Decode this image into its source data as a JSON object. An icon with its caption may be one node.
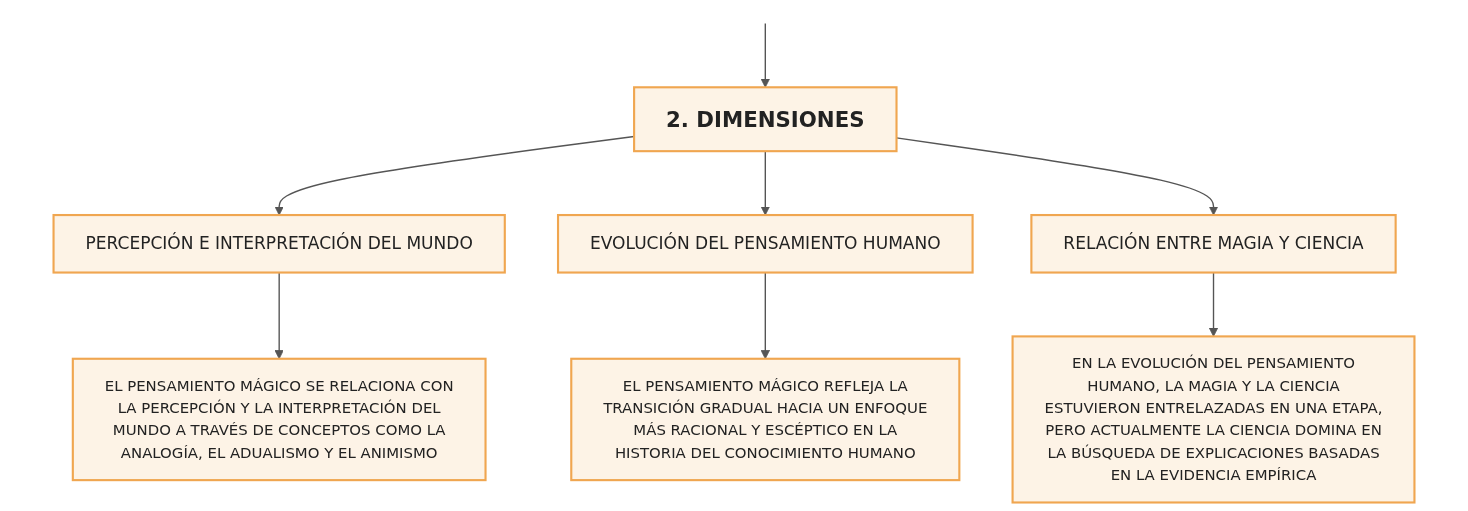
{
  "diagram": {
    "nodes": [
      {
        "text": [
          "2. DIMENSIONES"
        ]
      },
      {
        "text": [
          "PERCEPCIÓN E INTERPRETACIÓN DEL MUNDO"
        ]
      },
      {
        "text": [
          "EVOLUCIÓN DEL PENSAMIENTO HUMANO"
        ]
      },
      {
        "text": [
          "RELACIÓN ENTRE MAGIA Y CIENCIA"
        ]
      },
      {
        "text": [
          "EL PENSAMIENTO MÁGICO SE RELACIONA CON LA PERCEPCIÓN Y LA INTERPRETACIÓN DEL MUNDO A TRAVÉS DE CONCEPTOS COMO LA ANALOGÍA, EL ADUALISMO Y EL ANIMISMO"
        ]
      },
      {
        "text": [
          "EL PENSAMIENTO MÁGICO REFLEJA LA TRANSICIÓN GRADUAL HACIA UN ENFOQUE MÁS RACIONAL Y ESCÉPTICO EN LA HISTORIA DEL CONOCIMIENTO HUMANO"
        ]
      },
      {
        "text": [
          "EN LA EVOLUCIÓN DEL PENSAMIENTO HUMANO, LA MAGIA Y LA CIENCIA ESTUVIERON ENTRELAZADAS EN UNA ETAPA, PERO ACTUALMENTE LA CIENCIA DOMINA EN LA BÚSQUEDA DE EXPLICACIONES BASADAS EN LA EVIDENCIA EMPÍRICA"
        ]
      }
    ],
    "edges": [
      {
        "from": null,
        "to": 0,
        "arrow": "to"
      },
      {
        "from": 0,
        "to": 1,
        "arrow": "to"
      },
      {
        "from": 0,
        "to": 2,
        "arrow": "to"
      },
      {
        "from": 0,
        "to": 3,
        "arrow": "to"
      },
      {
        "from": 1,
        "to": 4,
        "arrow": "to"
      },
      {
        "from": 2,
        "to": 5,
        "arrow": "to"
      },
      {
        "from": 3,
        "to": 6,
        "arrow": "to"
      }
    ]
  }
}
